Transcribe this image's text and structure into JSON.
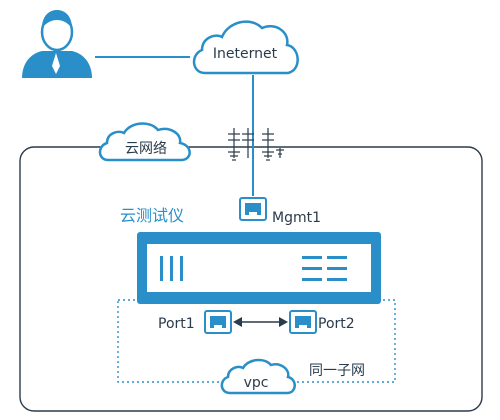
{
  "nodes": {
    "internet_label": "Ineternet",
    "cloud_network_label": "云网络",
    "tester_label": "云测试仪",
    "mgmt_port_label": "Mgmt1",
    "port1_label": "Port1",
    "port2_label": "Port2",
    "vpc_label": "vpc",
    "subnet_label": "同一子网"
  },
  "icons": {
    "user": "user-icon",
    "internet": "cloud-icon",
    "firewall": "firewall-icon",
    "device": "tester-device-icon",
    "port": "ethernet-port-icon"
  },
  "colors": {
    "primary": "#2a8fc9",
    "outline": "#2a3b4c",
    "device_inner": "#ffffff"
  }
}
